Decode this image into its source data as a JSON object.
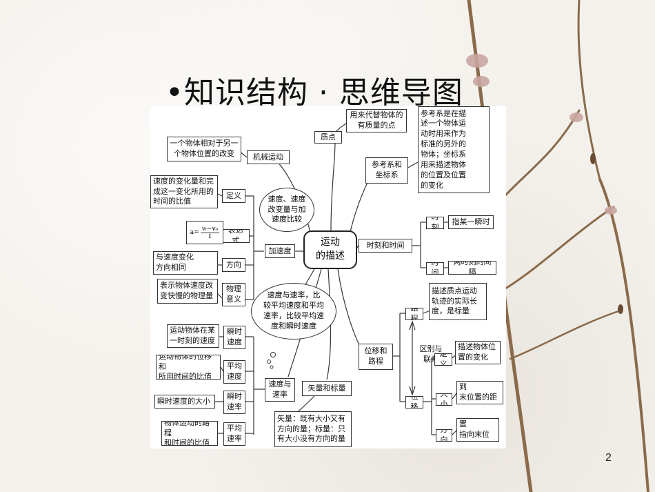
{
  "slide": {
    "title": "•知识结构 · 思维导图",
    "page_number": "2"
  },
  "mindmap": {
    "center": "运动\n的描述",
    "nodes": {
      "zhidian": "质点",
      "zhidian_def": "用来代替物体的\n有质量的点",
      "cankao": "参考系和\n坐标系",
      "cankao_def": "参考系是在描\n述一个物体运\n动时用来作为\n标准的另外的\n物体；坐标系\n用来描述物体\n的位置及位置\n的变化",
      "jixie": "机械运动",
      "jixie_def": "一个物体相对于另一\n个物体位置的改变",
      "jiasudu": "加速度",
      "dingyi_a": "定义",
      "dingyi_a_def": "速度的变化量和完\n成这一变化所用的\n时间的比值",
      "biaodashi": "表达式",
      "formula_a": "a=",
      "formula_num": "vₜ−v₀",
      "formula_den": "t",
      "fangxiang_a": "方向",
      "fangxiang_a_def": "与速度变化\n方向相同",
      "wuli": "物理\n意义",
      "wuli_def": "表示物体速度改\n变快慢的物理量",
      "bubble1": "速度、速度\n改变量与加\n速度比较",
      "bubble2": "速度与速率，比\n较平均速度和平均\n速率，比较平均速\n度和瞬时速度",
      "shike_shijian": "时刻和时间",
      "shike": "时刻",
      "shike_def": "指某一瞬时",
      "shijian": "时间",
      "shijian_def": "两时刻的间隔",
      "weiyi_lucheng": "位移和\n路程",
      "lucheng": "路程",
      "lucheng_def": "描述质点运动\n轨迹的实际长\n度，是标量",
      "qubie": "区别与\n联系",
      "weiyi": "位移",
      "dingyi_x": "定义",
      "dingyi_x_def": "描述物体位\n置的变化",
      "daxiao": "大小",
      "daxiao_def": "由初始位置到\n末位置的距离",
      "fangxiang_x": "方向",
      "fangxiang_x_def": "由初始位置\n指向末位置",
      "sudu_sulv": "速度与\n速率",
      "shunshi_sudu": "瞬时\n速度",
      "shunshi_sudu_def": "运动物体在某\n一时刻的速度",
      "pingjun_sudu": "平均\n速度",
      "pingjun_sudu_def": "运动物体的位移和\n所用时间的比值",
      "shunshi_sulv": "瞬时\n速率",
      "shunshi_sulv_def": "瞬时速度的大小",
      "pingjun_sulv": "平均\n速率",
      "pingjun_sulv_def": "物体运动的路程\n和时间的比值",
      "shiliang": "矢量和标量",
      "shiliang_def": "矢量：既有大小又有\n方向的量；标量：只\n有大小没有方向的量"
    }
  },
  "colors": {
    "background": "#f4f1ec",
    "mindmap_bg": "#ffffff",
    "line": "#333333",
    "branch": "#8a6a4a",
    "blossom": "#c9a6a0"
  }
}
